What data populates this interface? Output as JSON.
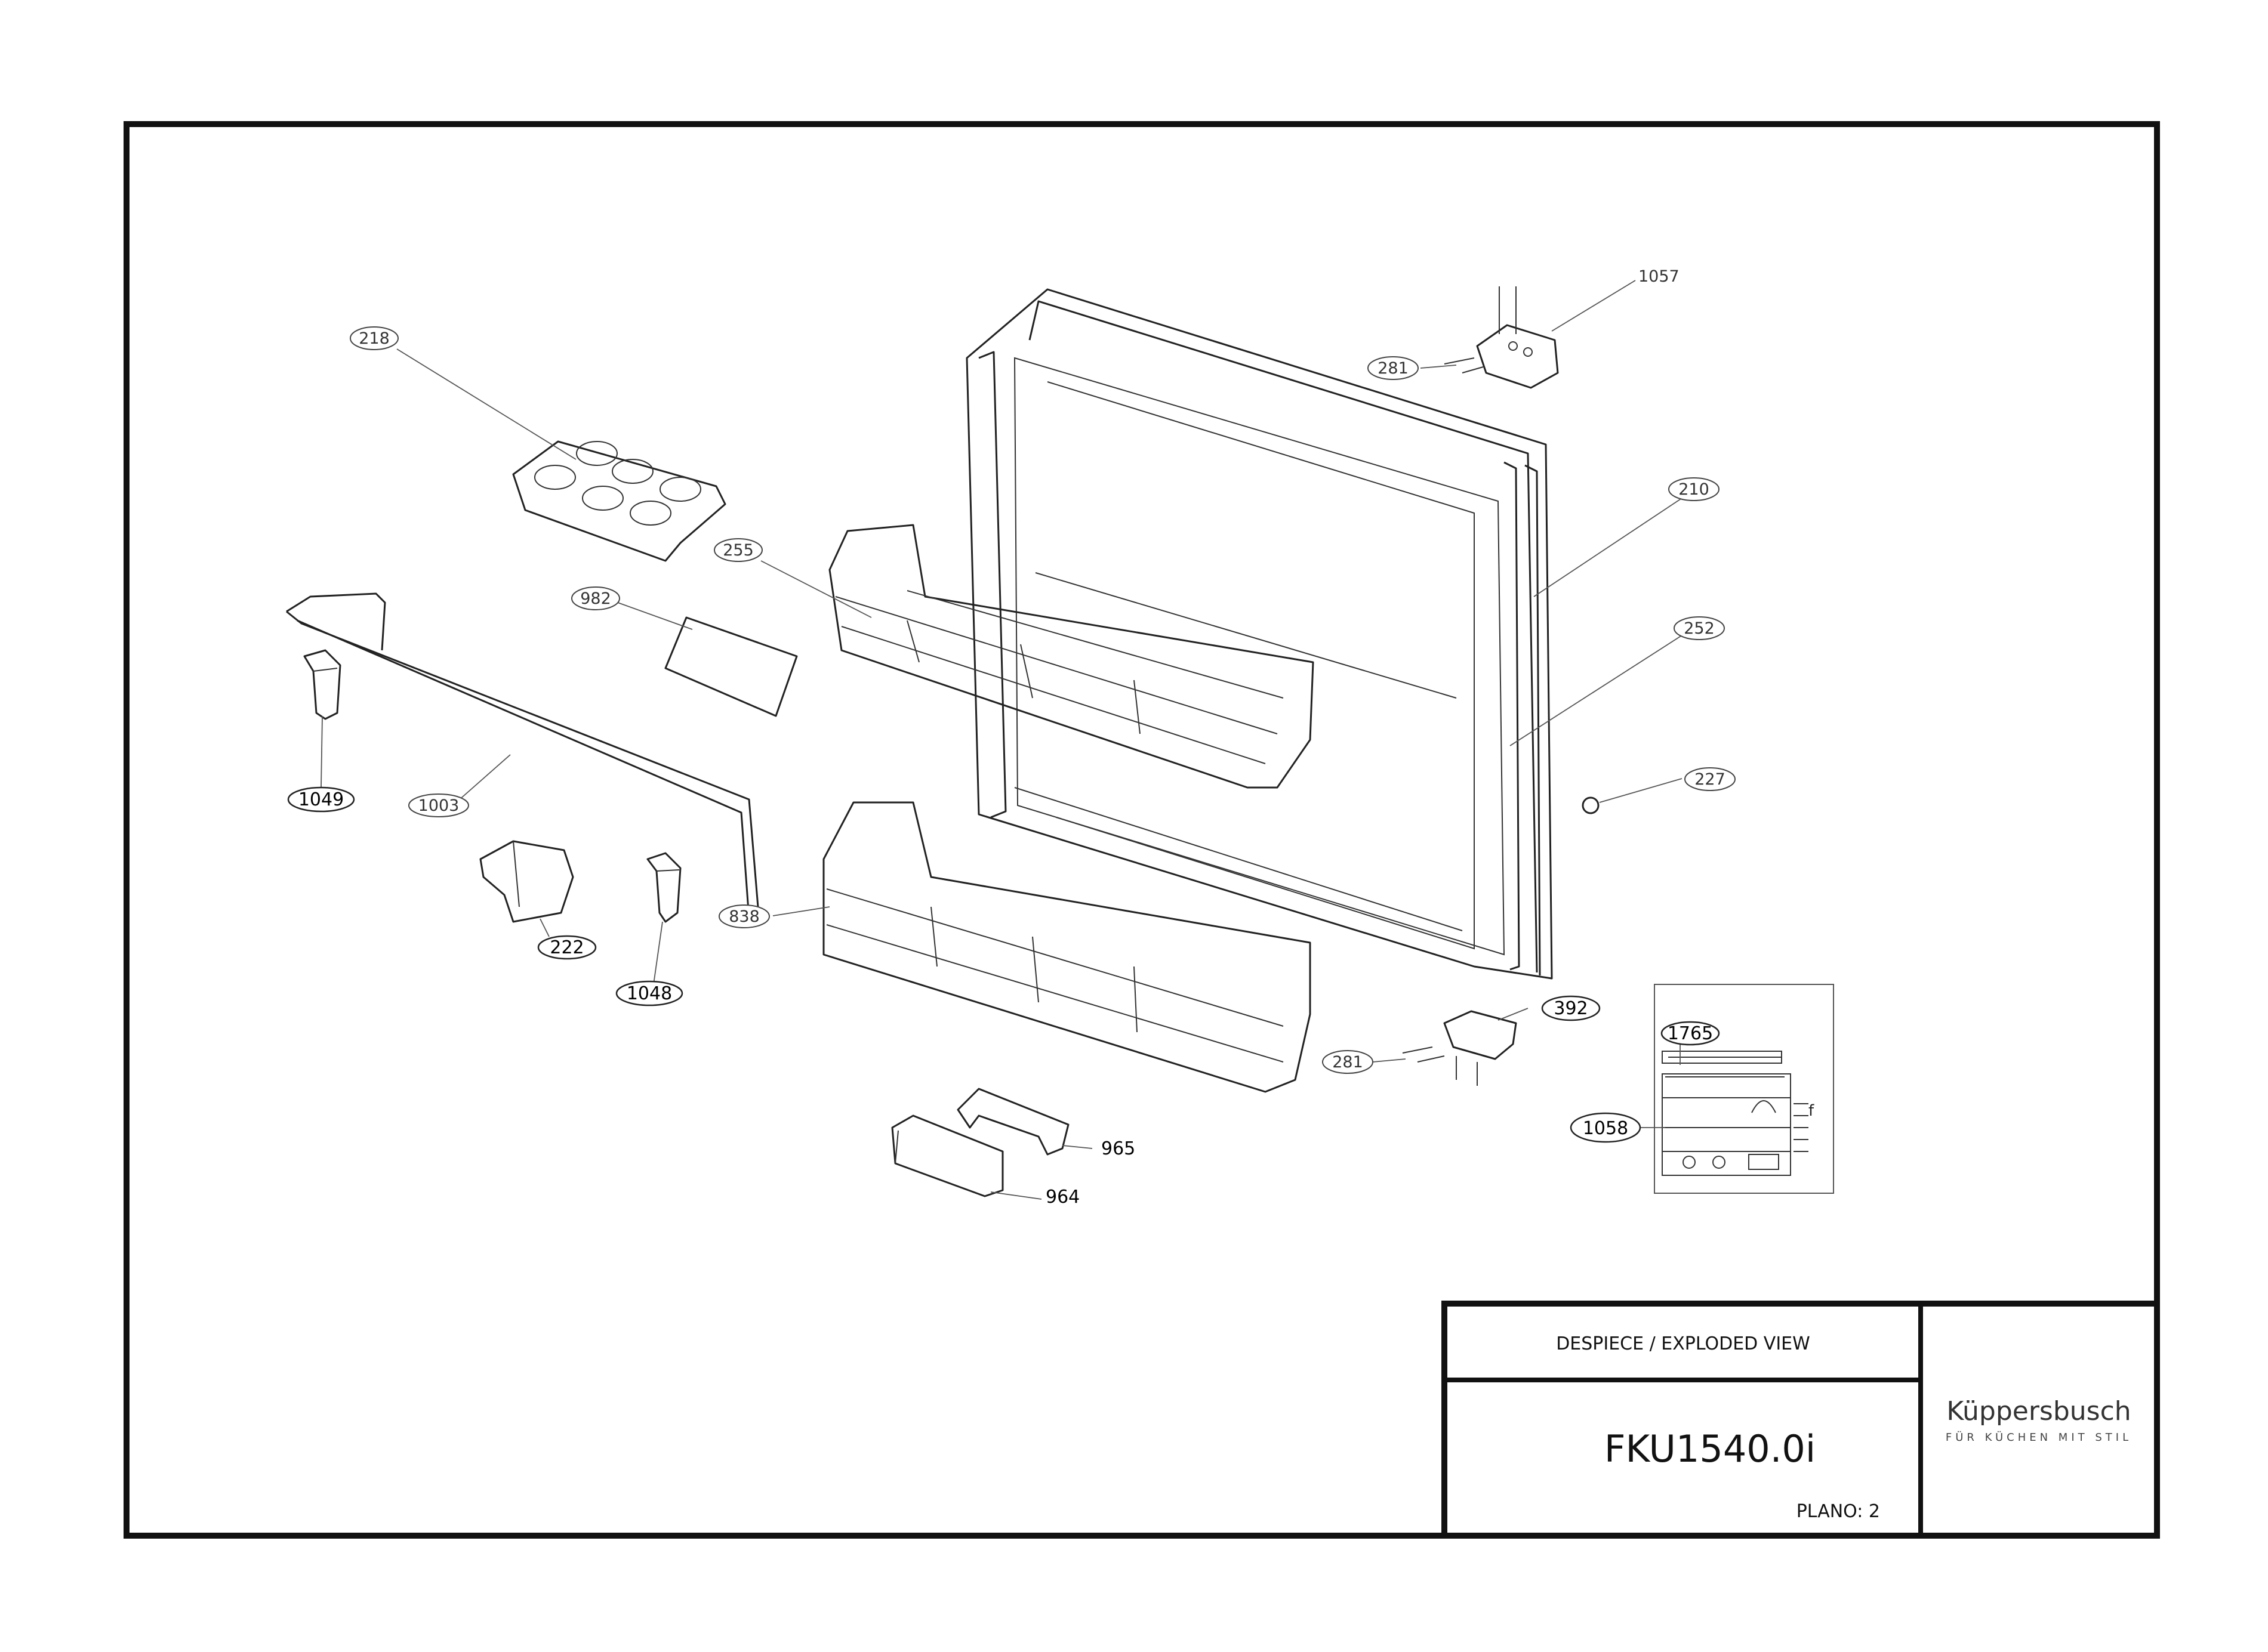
{
  "title_block": {
    "view_label": "DESPIECE / EXPLODED VIEW",
    "model": "FKU1540.0i",
    "sheet": "PLANO: 2"
  },
  "brand": {
    "name": "Küppersbusch",
    "tagline": "FÜR KÜCHEN MIT STIL"
  },
  "callouts": {
    "c218": "218",
    "c982": "982",
    "c255": "255",
    "c1049": "1049",
    "c1003": "1003",
    "c222": "222",
    "c1048": "1048",
    "c838": "838",
    "c965": "965",
    "c964": "964",
    "c1057": "1057",
    "c281a": "281",
    "c210": "210",
    "c252": "252",
    "c227": "227",
    "c392": "392",
    "c281b": "281",
    "c1765": "1765",
    "c1058": "1058"
  }
}
